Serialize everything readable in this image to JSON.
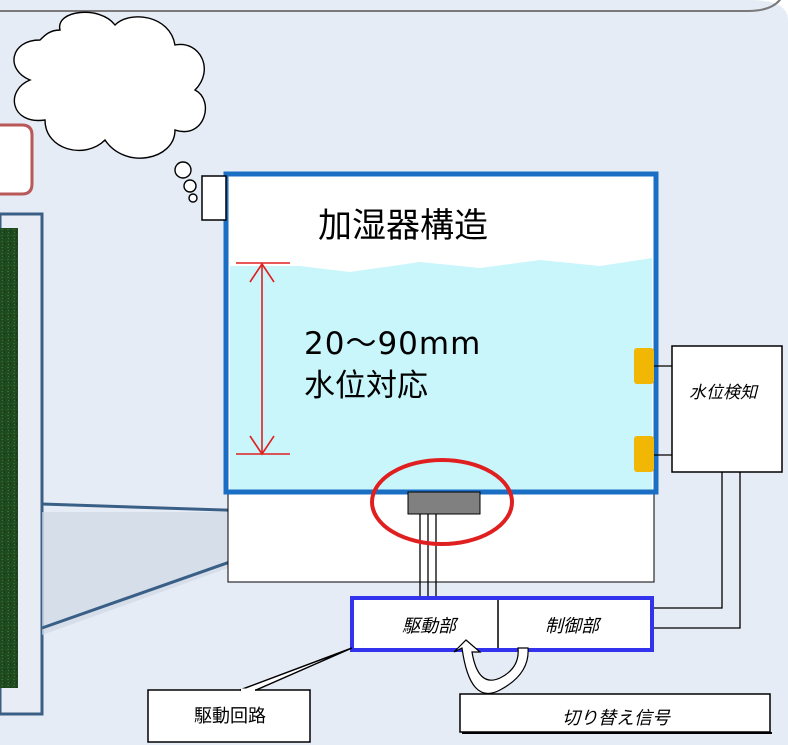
{
  "labels": {
    "humidifier_structure": "加湿器構造",
    "water_level_range": "20〜90mm",
    "water_level_support": "水位対応",
    "water_level_detection": "水位検知",
    "drive_unit": "駆動部",
    "control_unit": "制御部",
    "drive_circuit": "駆動回路",
    "switching_signal": "切り替え信号"
  },
  "colors": {
    "tank_border": "#1a6fc4",
    "water_fill": "#c9f6fb",
    "control_box_border": "#3333ee",
    "highlight_circle": "#e02020",
    "level_arrow": "#e02020",
    "sensor": "#f2b705",
    "transducer": "#808080",
    "callout_border": "#3a5f86",
    "green_panel": "#1f4a1f",
    "red_box_border": "#b85858"
  },
  "icons": [
    "thought-cloud-icon",
    "water-level-sensor-icon",
    "ultrasonic-transducer-icon"
  ]
}
